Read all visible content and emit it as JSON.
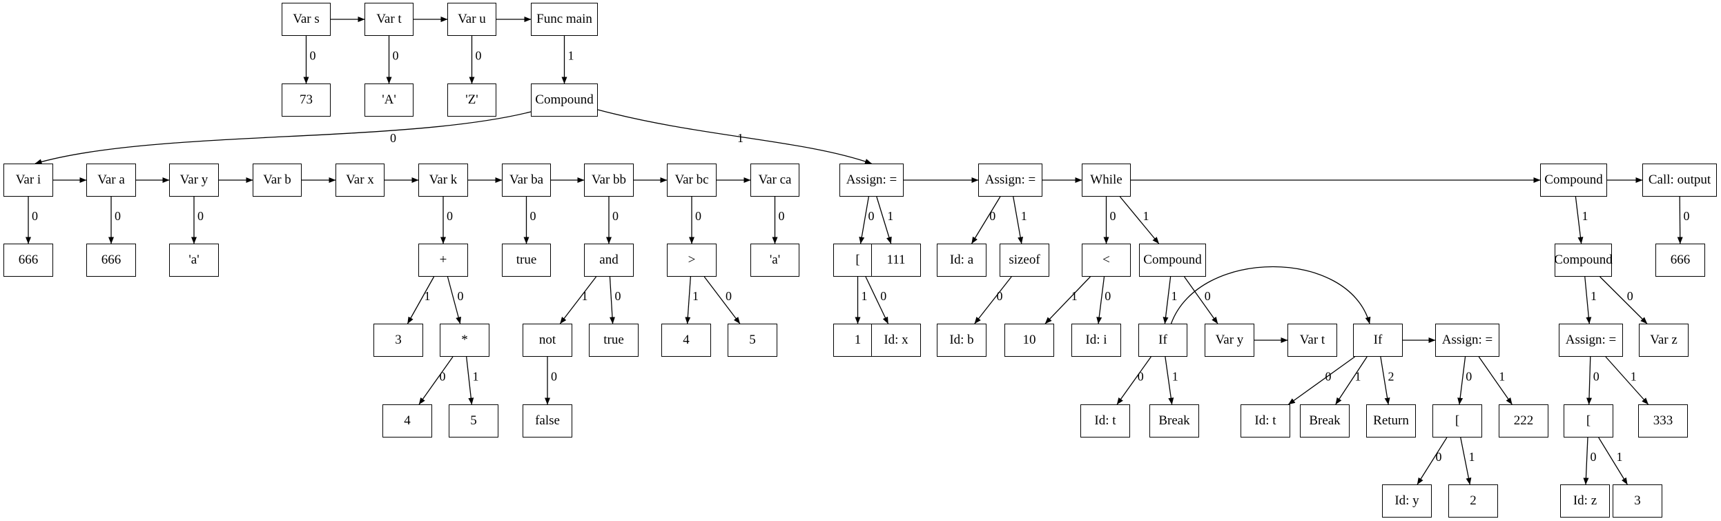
{
  "diagram": {
    "nodes": [
      {
        "id": "var_s",
        "label": "Var s"
      },
      {
        "id": "var_t_top",
        "label": "Var t"
      },
      {
        "id": "var_u",
        "label": "Var u"
      },
      {
        "id": "func_main",
        "label": "Func main"
      },
      {
        "id": "lit_73",
        "label": "73"
      },
      {
        "id": "lit_A",
        "label": "'A'"
      },
      {
        "id": "lit_Z",
        "label": "'Z'"
      },
      {
        "id": "compound_main",
        "label": "Compound"
      },
      {
        "id": "var_i",
        "label": "Var i"
      },
      {
        "id": "var_a",
        "label": "Var a"
      },
      {
        "id": "var_y_decl",
        "label": "Var y"
      },
      {
        "id": "var_b",
        "label": "Var b"
      },
      {
        "id": "var_x",
        "label": "Var x"
      },
      {
        "id": "var_k",
        "label": "Var k"
      },
      {
        "id": "var_ba",
        "label": "Var ba"
      },
      {
        "id": "var_bb",
        "label": "Var bb"
      },
      {
        "id": "var_bc",
        "label": "Var bc"
      },
      {
        "id": "var_ca",
        "label": "Var ca"
      },
      {
        "id": "assign1",
        "label": "Assign: ="
      },
      {
        "id": "assign2",
        "label": "Assign: ="
      },
      {
        "id": "while",
        "label": "While"
      },
      {
        "id": "compound_r1",
        "label": "Compound"
      },
      {
        "id": "call_output",
        "label": "Call: output"
      },
      {
        "id": "lit_666_i",
        "label": "666"
      },
      {
        "id": "lit_666_a",
        "label": "666"
      },
      {
        "id": "lit_a_y",
        "label": "'a'"
      },
      {
        "id": "plus",
        "label": "+"
      },
      {
        "id": "true_ba",
        "label": "true"
      },
      {
        "id": "and",
        "label": "and"
      },
      {
        "id": "gt",
        "label": ">"
      },
      {
        "id": "lit_a_ca",
        "label": "'a'"
      },
      {
        "id": "idx1",
        "label": "["
      },
      {
        "id": "lit_111",
        "label": "111"
      },
      {
        "id": "id_a",
        "label": "Id: a"
      },
      {
        "id": "sizeof",
        "label": "sizeof"
      },
      {
        "id": "lt",
        "label": "<"
      },
      {
        "id": "compound_w",
        "label": "Compound"
      },
      {
        "id": "compound_r2",
        "label": "Compound"
      },
      {
        "id": "lit_666_call",
        "label": "666"
      },
      {
        "id": "lit_3",
        "label": "3"
      },
      {
        "id": "mul",
        "label": "*"
      },
      {
        "id": "not",
        "label": "not"
      },
      {
        "id": "true_and",
        "label": "true"
      },
      {
        "id": "lit_4_gt",
        "label": "4"
      },
      {
        "id": "lit_5_gt",
        "label": "5"
      },
      {
        "id": "lit_1",
        "label": "1"
      },
      {
        "id": "id_x",
        "label": "Id: x"
      },
      {
        "id": "id_b",
        "label": "Id: b"
      },
      {
        "id": "lit_10",
        "label": "10"
      },
      {
        "id": "id_i",
        "label": "Id: i"
      },
      {
        "id": "if1",
        "label": "If"
      },
      {
        "id": "var_y_w",
        "label": "Var y"
      },
      {
        "id": "var_t_w",
        "label": "Var t"
      },
      {
        "id": "if2",
        "label": "If"
      },
      {
        "id": "assign3",
        "label": "Assign: ="
      },
      {
        "id": "assign4",
        "label": "Assign: ="
      },
      {
        "id": "var_z",
        "label": "Var z"
      },
      {
        "id": "lit_4_mul",
        "label": "4"
      },
      {
        "id": "lit_5_mul",
        "label": "5"
      },
      {
        "id": "false",
        "label": "false"
      },
      {
        "id": "id_t_if1",
        "label": "Id: t"
      },
      {
        "id": "break_if1",
        "label": "Break"
      },
      {
        "id": "id_t_if2",
        "label": "Id: t"
      },
      {
        "id": "break_if2",
        "label": "Break"
      },
      {
        "id": "return",
        "label": "Return"
      },
      {
        "id": "idx3",
        "label": "["
      },
      {
        "id": "lit_222",
        "label": "222"
      },
      {
        "id": "idx4",
        "label": "["
      },
      {
        "id": "lit_333",
        "label": "333"
      },
      {
        "id": "id_y",
        "label": "Id: y"
      },
      {
        "id": "lit_2",
        "label": "2"
      },
      {
        "id": "id_z",
        "label": "Id: z"
      },
      {
        "id": "lit_3_idx",
        "label": "3"
      }
    ],
    "edges": [
      {
        "from": "var_s",
        "to": "var_t_top",
        "label": ""
      },
      {
        "from": "var_t_top",
        "to": "var_u",
        "label": ""
      },
      {
        "from": "var_u",
        "to": "func_main",
        "label": ""
      },
      {
        "from": "var_s",
        "to": "lit_73",
        "label": "0"
      },
      {
        "from": "var_t_top",
        "to": "lit_A",
        "label": "0"
      },
      {
        "from": "var_u",
        "to": "lit_Z",
        "label": "0"
      },
      {
        "from": "func_main",
        "to": "compound_main",
        "label": "1"
      },
      {
        "from": "compound_main",
        "to": "var_i",
        "label": "0"
      },
      {
        "from": "compound_main",
        "to": "assign1",
        "label": "1"
      },
      {
        "from": "var_i",
        "to": "var_a",
        "label": ""
      },
      {
        "from": "var_a",
        "to": "var_y_decl",
        "label": ""
      },
      {
        "from": "var_y_decl",
        "to": "var_b",
        "label": ""
      },
      {
        "from": "var_b",
        "to": "var_x",
        "label": ""
      },
      {
        "from": "var_x",
        "to": "var_k",
        "label": ""
      },
      {
        "from": "var_k",
        "to": "var_ba",
        "label": ""
      },
      {
        "from": "var_ba",
        "to": "var_bb",
        "label": ""
      },
      {
        "from": "var_bb",
        "to": "var_bc",
        "label": ""
      },
      {
        "from": "var_bc",
        "to": "var_ca",
        "label": ""
      },
      {
        "from": "assign1",
        "to": "assign2",
        "label": ""
      },
      {
        "from": "assign2",
        "to": "while",
        "label": ""
      },
      {
        "from": "while",
        "to": "compound_r1",
        "label": ""
      },
      {
        "from": "compound_r1",
        "to": "call_output",
        "label": ""
      },
      {
        "from": "var_i",
        "to": "lit_666_i",
        "label": "0"
      },
      {
        "from": "var_a",
        "to": "lit_666_a",
        "label": "0"
      },
      {
        "from": "var_y_decl",
        "to": "lit_a_y",
        "label": "0"
      },
      {
        "from": "var_k",
        "to": "plus",
        "label": "0"
      },
      {
        "from": "var_ba",
        "to": "true_ba",
        "label": "0"
      },
      {
        "from": "var_bb",
        "to": "and",
        "label": "0"
      },
      {
        "from": "var_bc",
        "to": "gt",
        "label": "0"
      },
      {
        "from": "var_ca",
        "to": "lit_a_ca",
        "label": "0"
      },
      {
        "from": "assign1",
        "to": "idx1",
        "label": "0"
      },
      {
        "from": "assign1",
        "to": "lit_111",
        "label": "1"
      },
      {
        "from": "assign2",
        "to": "id_a",
        "label": "0"
      },
      {
        "from": "assign2",
        "to": "sizeof",
        "label": "1"
      },
      {
        "from": "while",
        "to": "lt",
        "label": "0"
      },
      {
        "from": "while",
        "to": "compound_w",
        "label": "1"
      },
      {
        "from": "compound_r1",
        "to": "compound_r2",
        "label": "1"
      },
      {
        "from": "call_output",
        "to": "lit_666_call",
        "label": "0"
      },
      {
        "from": "plus",
        "to": "lit_3",
        "label": "1"
      },
      {
        "from": "plus",
        "to": "mul",
        "label": "0"
      },
      {
        "from": "and",
        "to": "not",
        "label": "1"
      },
      {
        "from": "and",
        "to": "true_and",
        "label": "0"
      },
      {
        "from": "gt",
        "to": "lit_4_gt",
        "label": "1"
      },
      {
        "from": "gt",
        "to": "lit_5_gt",
        "label": "0"
      },
      {
        "from": "idx1",
        "to": "lit_1",
        "label": "1"
      },
      {
        "from": "idx1",
        "to": "id_x",
        "label": "0"
      },
      {
        "from": "sizeof",
        "to": "id_b",
        "label": "0"
      },
      {
        "from": "lt",
        "to": "lit_10",
        "label": "1"
      },
      {
        "from": "lt",
        "to": "id_i",
        "label": "0"
      },
      {
        "from": "compound_w",
        "to": "if1",
        "label": "1"
      },
      {
        "from": "compound_w",
        "to": "var_y_w",
        "label": "0"
      },
      {
        "from": "var_y_w",
        "to": "var_t_w",
        "label": ""
      },
      {
        "from": "if1",
        "to": "if2",
        "label": "",
        "curved": true
      },
      {
        "from": "if2",
        "to": "assign3",
        "label": ""
      },
      {
        "from": "compound_r2",
        "to": "assign4",
        "label": "1"
      },
      {
        "from": "compound_r2",
        "to": "var_z",
        "label": "0"
      },
      {
        "from": "mul",
        "to": "lit_4_mul",
        "label": "0"
      },
      {
        "from": "mul",
        "to": "lit_5_mul",
        "label": "1"
      },
      {
        "from": "not",
        "to": "false",
        "label": "0"
      },
      {
        "from": "if1",
        "to": "id_t_if1",
        "label": "0"
      },
      {
        "from": "if1",
        "to": "break_if1",
        "label": "1"
      },
      {
        "from": "if2",
        "to": "id_t_if2",
        "label": "0"
      },
      {
        "from": "if2",
        "to": "break_if2",
        "label": "1"
      },
      {
        "from": "if2",
        "to": "return",
        "label": "2"
      },
      {
        "from": "assign3",
        "to": "idx3",
        "label": "0"
      },
      {
        "from": "assign3",
        "to": "lit_222",
        "label": "1"
      },
      {
        "from": "assign4",
        "to": "idx4",
        "label": "0"
      },
      {
        "from": "assign4",
        "to": "lit_333",
        "label": "1"
      },
      {
        "from": "idx3",
        "to": "id_y",
        "label": "0"
      },
      {
        "from": "idx3",
        "to": "lit_2",
        "label": "1"
      },
      {
        "from": "idx4",
        "to": "id_z",
        "label": "0"
      },
      {
        "from": "idx4",
        "to": "lit_3_idx",
        "label": "1"
      }
    ]
  }
}
